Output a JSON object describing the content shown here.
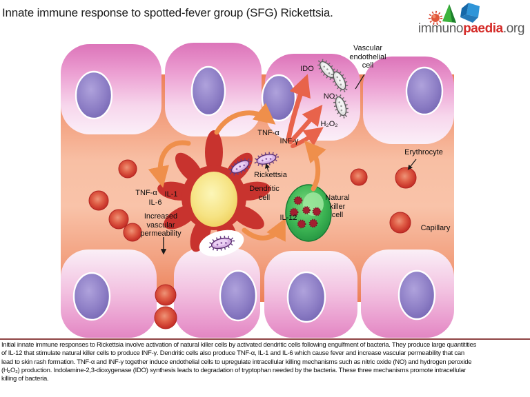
{
  "header": {
    "title": "Innate immune response to spotted-fever group (SFG) Rickettsia.",
    "logo": {
      "part1": "immuno",
      "part2": "paedia",
      "part3": ".org"
    }
  },
  "colors": {
    "lumen_orange": "#F2A17F",
    "cell_pink": "#E38CC7",
    "nucleus_purple": "#8578BE",
    "dendritic_red": "#C8332E",
    "dendritic_nucleus_yellow": "#F3DC74",
    "nk_green": "#2FA64C",
    "erythrocyte_red": "#CC3A2E",
    "arrow_orange": "#EF8F4B",
    "arrow_red_orange": "#E8634B",
    "caption_rule": "#8E4444",
    "logo_red": "#D42B28"
  },
  "diagram": {
    "labels": {
      "vascular_endothelial_cell": "Vascular\nendothelial\ncell",
      "ido": "IDO",
      "no": "NO",
      "h2o2": "H₂O₂",
      "tnf_alpha_top": "TNF-α",
      "inf_gamma_top": "INF-γ",
      "rickettsia": "Rickettsia",
      "dendritic_cell": "Dendritic\ncell",
      "natural_killer_cell": "Natural\nkiller\ncell",
      "il_12": "IL-12",
      "tnf_alpha_left": "TNF-α",
      "il_1": "IL-1",
      "il_6": "IL-6",
      "increased_vascular_permeability": "Increased\nvascular\npermeability",
      "erythrocyte": "Erythrocyte",
      "capillary": "Capillary"
    }
  },
  "caption": {
    "lines": [
      "Initial innate immune responses to Rickettsia involve activation of natural killer cells by activated dendritic cells following engulfment of bacteria. They produce large quantitities",
      "of IL-12 that stimulate natural killer cells to produce INF-γ. Dendritic cells also produce TNF-α, IL-1 and IL-6 which cause fever and increase vascular permeability that can",
      "lead to skin rash formation. TNF-α and INF-γ together induce endothelial cells to upregulate intracellular killing mechanisms such as nitric oxide (NO) and hydrogen peroxide",
      "(H₂O₂) production. Indolamine-2,3-dioxygenase (IDO) synthesis leads to degradation of tryptophan needed by the bacteria. These three mechanisms promote intracellular",
      "killing of bacteria."
    ]
  }
}
